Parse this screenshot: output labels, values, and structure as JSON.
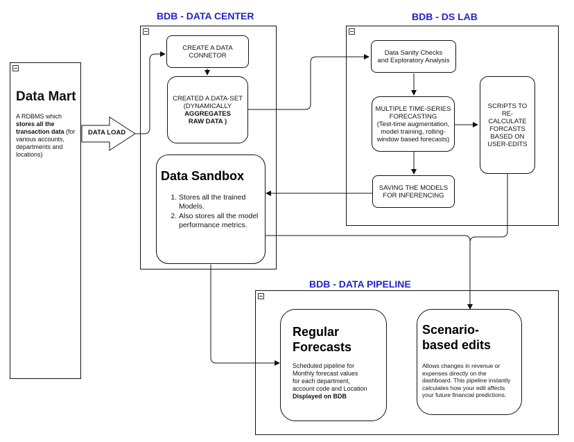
{
  "data_mart": {
    "title": "Data Mart",
    "desc_1": "A RDBMS which",
    "desc_2_bold": "stores all the",
    "desc_3_bold": "transaction data",
    "desc_3_rest": " (for",
    "desc_4": "various accounts,",
    "desc_5": "departments and",
    "desc_6": "locations)"
  },
  "data_load": {
    "label": "DATA LOAD"
  },
  "data_center": {
    "title": "BDB - DATA CENTER",
    "connector": {
      "line1": "CREATE A DATA",
      "line2": "CONNETOR"
    },
    "dataset": {
      "line1": "CREATED A DATA-SET",
      "line2": "(DYNAMICALLY",
      "line3": "AGGREGATES",
      "line4": "RAW DATA )"
    },
    "sandbox": {
      "title": "Data Sandbox",
      "items": [
        "Stores all the trained Models.",
        "Also stores all the model performance metrics."
      ]
    }
  },
  "ds_lab": {
    "title": "BDB - DS LAB",
    "sanity": {
      "line1": "Data Sanity Checks",
      "line2": "and Exploratory Analysis"
    },
    "forecasting": {
      "line1": "MULTIPLE TIME-SERIES",
      "line2": "FORECASTING",
      "line3": "(Test-time augmentation,",
      "line4": "model training, rolling-",
      "line5": "window based forecasts)"
    },
    "saving": {
      "line1": "SAVING THE MODELS",
      "line2": "FOR INFERENCING"
    },
    "scripts": {
      "line1": "SCRIPTS TO RE-",
      "line2": "CALCULATE",
      "line3": "FORCASTS",
      "line4": "BASED ON",
      "line5": "USER-EDITS"
    }
  },
  "data_pipeline": {
    "title": "BDB - DATA PIPELINE",
    "regular": {
      "title_1": "Regular",
      "title_2": "Forecasts",
      "desc_1": "Scheduled pipeline for",
      "desc_2": "Monthly forecast values",
      "desc_3": "for each department,",
      "desc_4": "account code and Location",
      "desc_5": "Displayed on BDB"
    },
    "scenario": {
      "title_1": "Scenario-",
      "title_2": "based edits",
      "desc_1": "Allows changes in revenue or",
      "desc_2": "expenses directly on the",
      "desc_3": "dashboard. This pipeline instantly",
      "desc_4": "calculates how your edit affects",
      "desc_5": "your future financial predictions."
    }
  }
}
